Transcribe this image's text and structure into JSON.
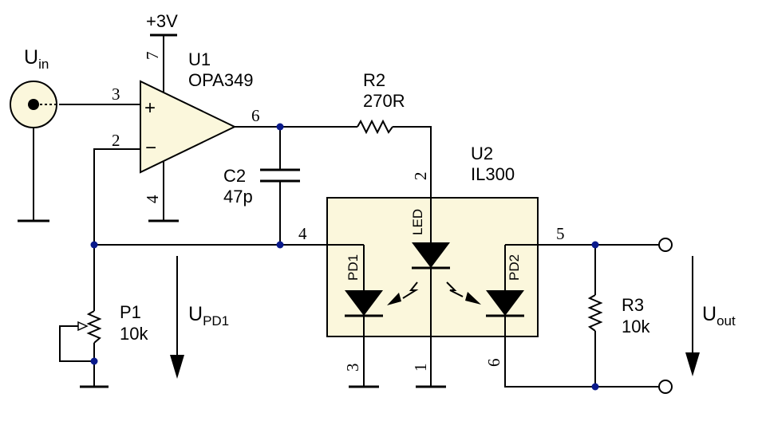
{
  "colors": {
    "wire": "#000000",
    "junction": "#0a1a8c",
    "optocoupler_fill": "#fbf7dc",
    "connector_fill": "#fbf7dc"
  },
  "input": {
    "label_main": "U",
    "label_sub": "in"
  },
  "supply": {
    "label": "+3V"
  },
  "u1": {
    "ref": "U1",
    "part": "OPA349",
    "pin_noninv": "3",
    "pin_inv": "2",
    "pin_out": "6",
    "pin_vplus": "7",
    "pin_vminus": "4",
    "plus_sign": "+",
    "minus_sign": "−"
  },
  "r2": {
    "ref": "R2",
    "value": "270R"
  },
  "c2": {
    "ref": "C2",
    "value": "47p"
  },
  "u2": {
    "ref": "U2",
    "part": "IL300",
    "pin_led_anode": "2",
    "pin_led_cathode": "1",
    "pin_pd1_top": "4",
    "pin_pd1_bottom": "3",
    "pin_pd2_top": "5",
    "pin_pd2_bottom": "6",
    "led_label": "LED",
    "pd1_label": "PD1",
    "pd2_label": "PD2"
  },
  "p1": {
    "ref": "P1",
    "value": "10k"
  },
  "r3": {
    "ref": "R3",
    "value": "10k"
  },
  "upd1": {
    "label_main": "U",
    "label_sub": "PD1"
  },
  "output": {
    "label_main": "U",
    "label_sub": "out"
  }
}
